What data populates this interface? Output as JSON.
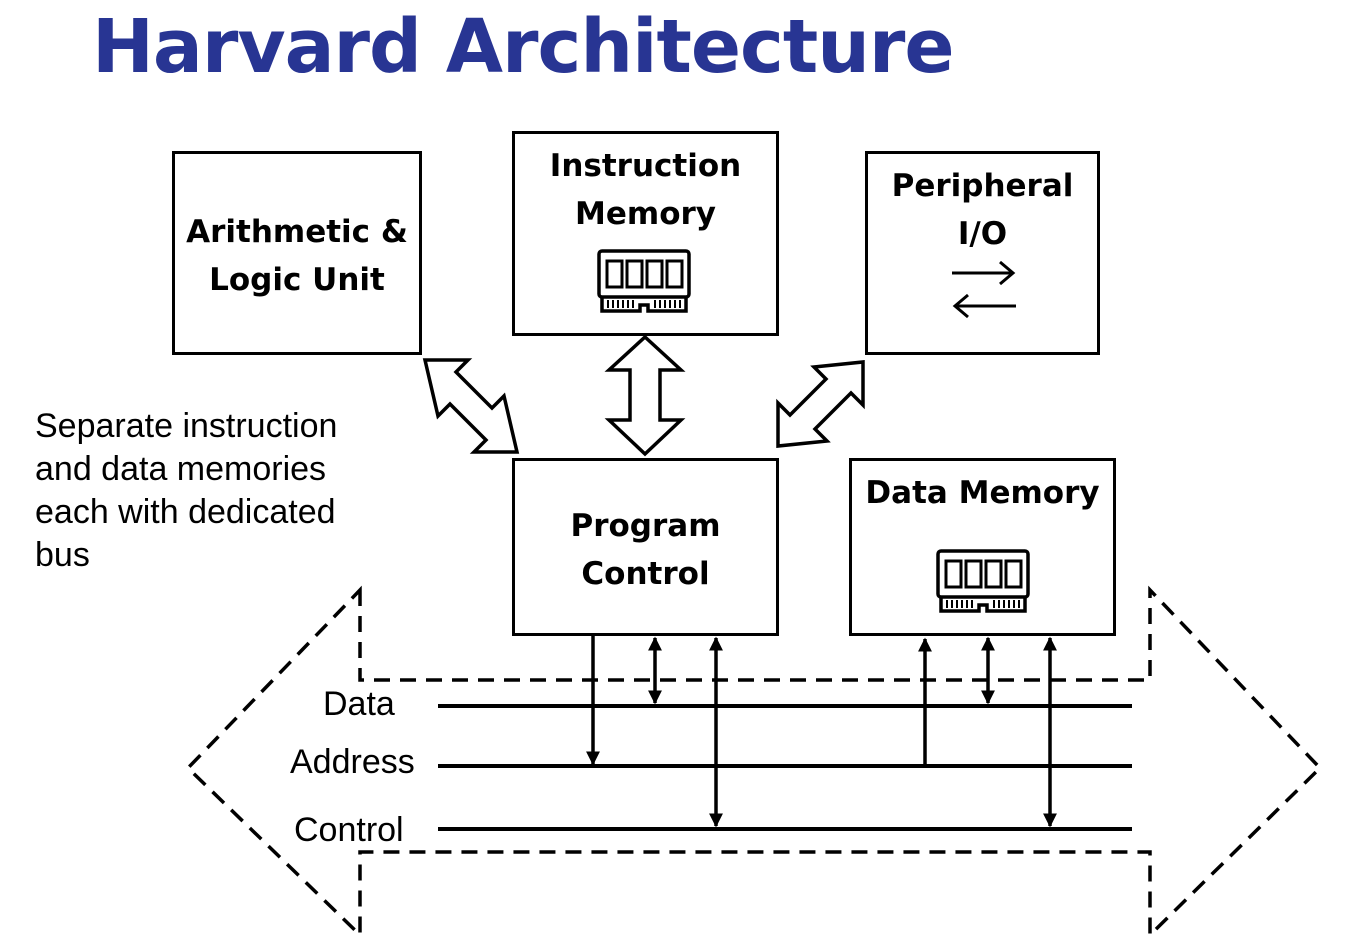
{
  "title": "Harvard Architecture",
  "caption": {
    "lines": [
      "Separate instruction",
      "and data memories",
      "each with dedicated",
      "bus"
    ]
  },
  "blocks": {
    "alu": {
      "lines": [
        "Arithmetic &",
        "Logic Unit"
      ]
    },
    "instruction_memory": {
      "lines": [
        "Instruction",
        "Memory"
      ],
      "icon": "memory-chip-icon"
    },
    "peripheral_io": {
      "lines": [
        "Peripheral",
        "I/O"
      ],
      "icon": "bidirectional-arrows-icon"
    },
    "program_control": {
      "lines": [
        "Program",
        "Control"
      ]
    },
    "data_memory": {
      "lines": [
        "Data Memory"
      ],
      "icon": "memory-chip-icon"
    }
  },
  "buses": {
    "data": "Data",
    "address": "Address",
    "control": "Control"
  },
  "colors": {
    "title": "#283593",
    "lines": "#000000"
  }
}
